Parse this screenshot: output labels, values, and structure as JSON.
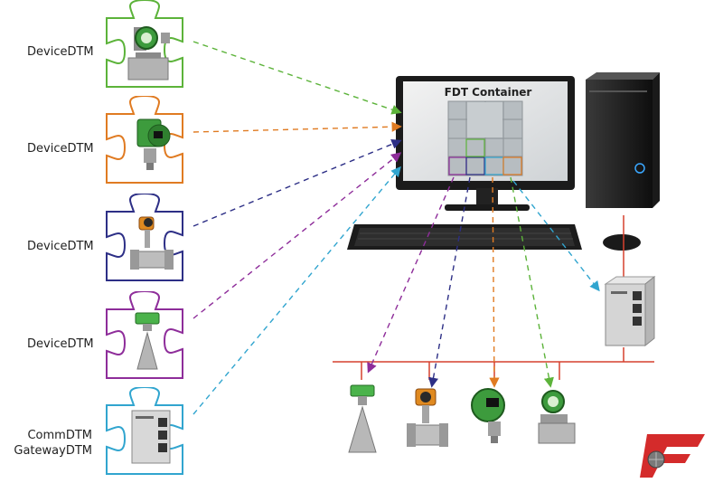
{
  "dtm_labels": [
    {
      "id": "dtm1",
      "text": "DeviceDTM",
      "color": "#5cb33a"
    },
    {
      "id": "dtm2",
      "text": "DeviceDTM",
      "color": "#e07b22"
    },
    {
      "id": "dtm3",
      "text": "DeviceDTM",
      "color": "#2d2f86"
    },
    {
      "id": "dtm4",
      "text": "DeviceDTM",
      "color": "#8e2d9a"
    },
    {
      "id": "dtm5a",
      "text": "CommDTM",
      "color": "#31a5cf"
    },
    {
      "id": "dtm5b",
      "text": "GatewayDTM",
      "color": "#31a5cf"
    }
  ],
  "screen": {
    "title": "FDT Container"
  },
  "colors": {
    "green": "#5cb33a",
    "orange": "#e07b22",
    "navy": "#2d2f86",
    "purple": "#8e2d9a",
    "cyan": "#31a5cf",
    "bus": "#d6402e",
    "brand": "#d42b2b"
  },
  "icons": [
    "puzzle-piece-icon",
    "transmitter-icon",
    "flowmeter-icon",
    "radar-level-icon",
    "gateway-module-icon",
    "computer-icon",
    "keyboard-icon",
    "mouse-icon",
    "brand-logo-icon"
  ]
}
